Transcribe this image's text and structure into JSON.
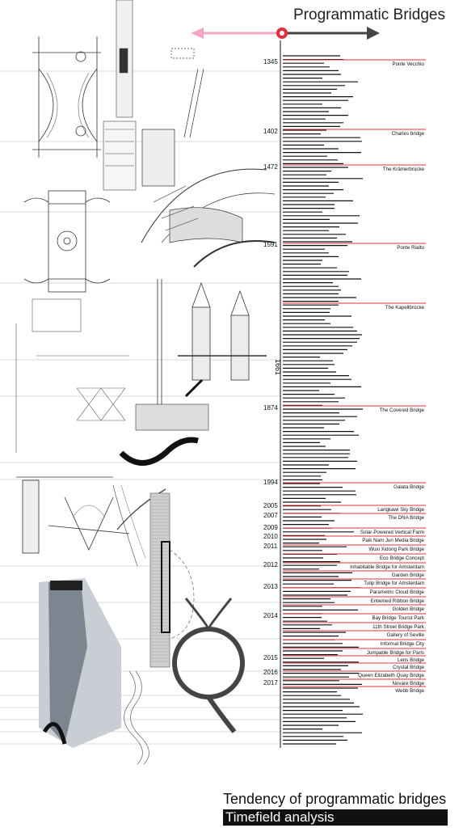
{
  "title": "Programmatic Bridges",
  "footer": {
    "heading": "Tendency of programmatic bridges",
    "subheading": "Timefield analysis"
  },
  "axis_marker": "1661",
  "colors": {
    "accent_red": "#e0303a",
    "arrow_pink": "#f2a6c8",
    "arrow_dark": "#444444",
    "line_black": "#111111",
    "grid_gray": "#b0b0b0"
  },
  "years": [
    {
      "label": "1345",
      "row": 77
    },
    {
      "label": "1402",
      "row": 163
    },
    {
      "label": "1472",
      "row": 207
    },
    {
      "label": "1591",
      "row": 303
    },
    {
      "label": "1874",
      "row": 505
    },
    {
      "label": "1994",
      "row": 597
    },
    {
      "label": "2005",
      "row": 626
    },
    {
      "label": "2007",
      "row": 638
    },
    {
      "label": "2009",
      "row": 653
    },
    {
      "label": "2010",
      "row": 664
    },
    {
      "label": "2011",
      "row": 676
    },
    {
      "label": "2012",
      "row": 699
    },
    {
      "label": "2013",
      "row": 726
    },
    {
      "label": "2014",
      "row": 762
    },
    {
      "label": "2015",
      "row": 814
    },
    {
      "label": "2016",
      "row": 832
    },
    {
      "label": "2017",
      "row": 845
    }
  ],
  "bridges": [
    {
      "name": "Ponte Vecchio",
      "row": 80
    },
    {
      "name": "Charles bridge",
      "row": 166
    },
    {
      "name": "The Krämerbrücke",
      "row": 210
    },
    {
      "name": "Ponte Rialto",
      "row": 307
    },
    {
      "name": "The Kapellbrücke",
      "row": 381
    },
    {
      "name": "The Covered Bridge",
      "row": 508
    },
    {
      "name": "Galata Bridge",
      "row": 603
    },
    {
      "name": "Langkawi Sky Bridge",
      "row": 631
    },
    {
      "name": "The DNA Bridge",
      "row": 641
    },
    {
      "name": "Solar-Powered Vertical Farm",
      "row": 659
    },
    {
      "name": "Paik Nam Jun Media Bridge",
      "row": 669
    },
    {
      "name": "Wuxi Xidong Park Bridge",
      "row": 680
    },
    {
      "name": "Eco Bridge Concept",
      "row": 691
    },
    {
      "name": "Inhabitable Bridge for Amsterdam",
      "row": 702
    },
    {
      "name": "Garden Bridge",
      "row": 712
    },
    {
      "name": "Tulip Bridge for Amsterdam",
      "row": 722
    },
    {
      "name": "Parametric Cloud Bridge",
      "row": 733
    },
    {
      "name": "Entwined Ribbon Bridge",
      "row": 744
    },
    {
      "name": "Golden Bridge",
      "row": 754
    },
    {
      "name": "Bay Bridge Tourist Park",
      "row": 765
    },
    {
      "name": "11th Street Bridge Park",
      "row": 776
    },
    {
      "name": "Gallery of Seville",
      "row": 786
    },
    {
      "name": "Informal Bridge City",
      "row": 797
    },
    {
      "name": "Jumpable Bridge for Paris",
      "row": 808
    },
    {
      "name": "Lens Bridge",
      "row": 817
    },
    {
      "name": "Crystal Bridge",
      "row": 826
    },
    {
      "name": "Queen Elizabeth Quay Bridge",
      "row": 836
    },
    {
      "name": "Novare Bridge",
      "row": 846
    },
    {
      "name": "Webb Bridge",
      "row": 855
    }
  ]
}
